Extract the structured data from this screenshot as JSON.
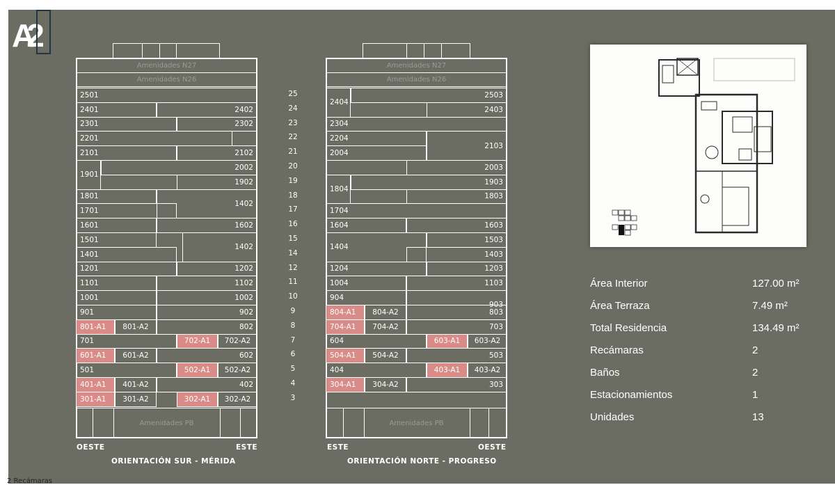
{
  "logo": "A2",
  "footnote": "2 Recámaras",
  "south": {
    "rows": [
      [
        {
          "t": "2501"
        }
      ],
      [
        {
          "t": "2401"
        },
        {
          "t": "2402"
        }
      ],
      [
        {
          "t": "2301"
        },
        {
          "t": "2302"
        }
      ],
      [
        {
          "t": "2201"
        }
      ],
      [
        {
          "t": "2101"
        },
        {
          "t": "2102"
        }
      ],
      [
        {
          "t": "1901"
        },
        {
          "t": "2002"
        }
      ],
      [
        {
          "t": "1902"
        }
      ],
      [
        {
          "t": "1801"
        },
        {
          "t": "1402"
        }
      ],
      [
        {
          "t": "1701"
        }
      ],
      [
        {
          "t": "1601"
        },
        {
          "t": "1602"
        }
      ],
      [
        {
          "t": "1501"
        },
        {
          "t": "1402"
        }
      ],
      [
        {
          "t": "1401"
        }
      ],
      [
        {
          "t": "1201"
        },
        {
          "t": "1202"
        }
      ],
      [
        {
          "t": "1101"
        },
        {
          "t": "1102"
        }
      ],
      [
        {
          "t": "1001"
        },
        {
          "t": "1002"
        }
      ],
      [
        {
          "t": "901"
        },
        {
          "t": "902"
        }
      ],
      [
        {
          "t": "801-A1"
        },
        {
          "t": "801-A2"
        },
        {
          "t": "802"
        }
      ],
      [
        {
          "t": "701"
        },
        {
          "t": "702-A1"
        },
        {
          "t": "702-A2"
        }
      ],
      [
        {
          "t": "601-A1"
        },
        {
          "t": "601-A2"
        },
        {
          "t": "602"
        }
      ],
      [
        {
          "t": "501"
        },
        {
          "t": "502-A1"
        },
        {
          "t": "502-A2"
        }
      ],
      [
        {
          "t": "401-A1"
        },
        {
          "t": "401-A2"
        },
        {
          "t": "402"
        }
      ],
      [
        {
          "t": "301-A1"
        },
        {
          "t": "301-A2"
        },
        {
          "t": "302-A1"
        },
        {
          "t": "302-A2"
        }
      ]
    ],
    "amen_top1": "Amenidades N27",
    "amen_top2": "Amenidades N26",
    "amen_pb": "Amenidades PB",
    "left": "OESTE",
    "right": "ESTE",
    "orientation": "ORIENTACIÓN SUR - MÉRIDA"
  },
  "north": {
    "rows": [
      [
        {
          "t": "2404"
        },
        {
          "t": "2503"
        }
      ],
      [
        {
          "t": "2403"
        }
      ],
      [
        {
          "t": "2304"
        }
      ],
      [
        {
          "t": "2204"
        },
        {
          "t": "2103"
        }
      ],
      [
        {
          "t": "2004"
        }
      ],
      [
        {
          "t": "2003"
        }
      ],
      [
        {
          "t": "1804"
        },
        {
          "t": "1903"
        }
      ],
      [
        {
          "t": "1803"
        }
      ],
      [
        {
          "t": "1704"
        }
      ],
      [
        {
          "t": "1604"
        },
        {
          "t": "1603"
        }
      ],
      [
        {
          "t": "1404"
        },
        {
          "t": "1503"
        }
      ],
      [
        {
          "t": "1403"
        }
      ],
      [
        {
          "t": "1204"
        },
        {
          "t": "1203"
        }
      ],
      [
        {
          "t": "1004"
        },
        {
          "t": "1103"
        }
      ],
      [
        {
          "t": "904"
        },
        {
          "t": "903"
        }
      ],
      [
        {
          "t": "804-A1"
        },
        {
          "t": "804-A2"
        },
        {
          "t": "803"
        }
      ],
      [
        {
          "t": "704-A1"
        },
        {
          "t": "704-A2"
        },
        {
          "t": "703"
        }
      ],
      [
        {
          "t": "604"
        },
        {
          "t": "603-A1"
        },
        {
          "t": "603-A2"
        }
      ],
      [
        {
          "t": "504-A1"
        },
        {
          "t": "504-A2"
        },
        {
          "t": "503"
        }
      ],
      [
        {
          "t": "404"
        },
        {
          "t": "403-A1"
        },
        {
          "t": "403-A2"
        }
      ],
      [
        {
          "t": "304-A1"
        },
        {
          "t": "304-A2"
        },
        {
          "t": "303"
        }
      ]
    ],
    "amen_top1": "Amenidades N27",
    "amen_top2": "Amenidades N26",
    "amen_pb": "Amenidades PB",
    "left": "ESTE",
    "right": "OESTE",
    "orientation": "ORIENTACIÓN NORTE - PROGRESO"
  },
  "floors": [
    "25",
    "24",
    "23",
    "22",
    "21",
    "20",
    "19",
    "18",
    "17",
    "16",
    "15",
    "14",
    "12",
    "11",
    "10",
    "9",
    "8",
    "7",
    "6",
    "5",
    "4",
    "3"
  ],
  "highlight_color": "#d98b87",
  "specs": [
    {
      "label": "Área Interior",
      "value": "127.00 m²"
    },
    {
      "label": "Área Terraza",
      "value": "7.49 m²"
    },
    {
      "label": "Total Residencia",
      "value": "134.49 m²"
    },
    {
      "label": "Recámaras",
      "value": "2"
    },
    {
      "label": "Baños",
      "value": "2"
    },
    {
      "label": "Estacionamientos",
      "value": "1"
    },
    {
      "label": "Unidades",
      "value": "13"
    }
  ]
}
